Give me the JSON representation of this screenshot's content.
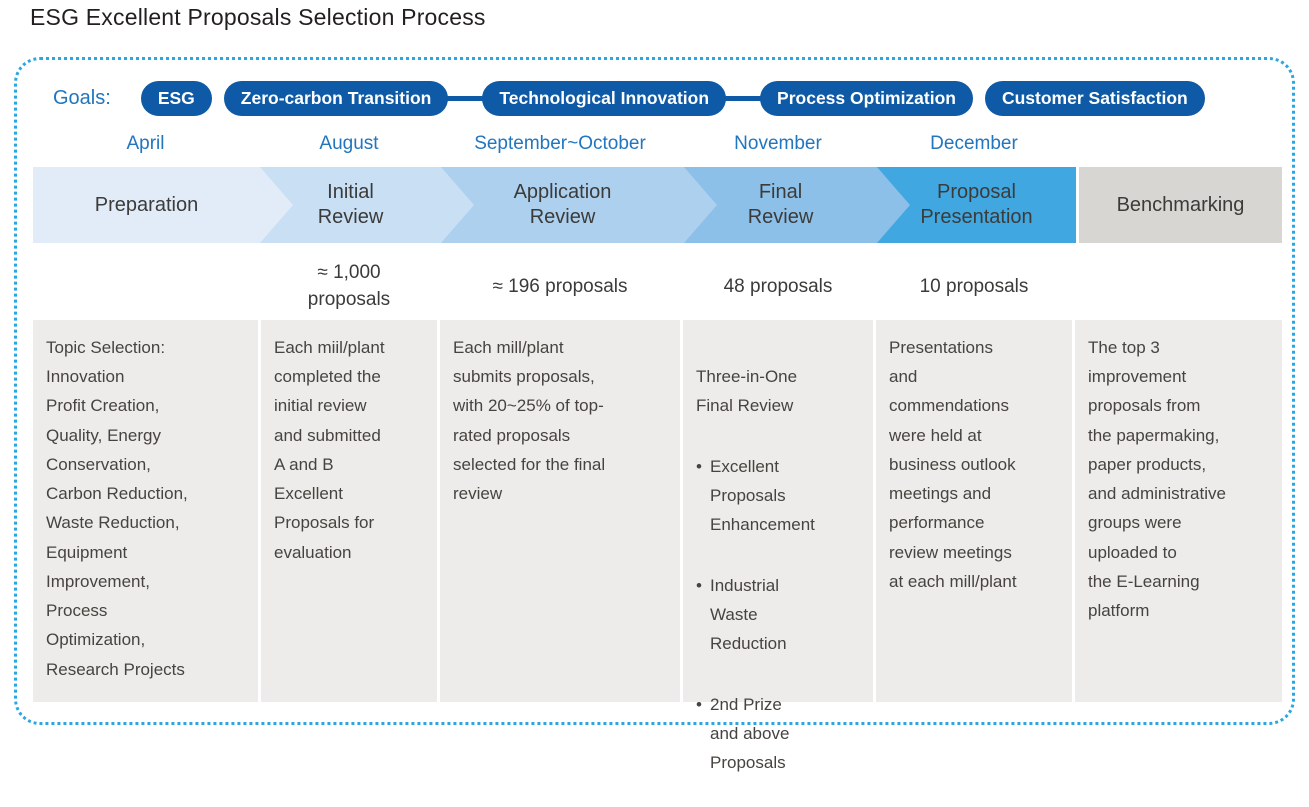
{
  "title": "ESG Excellent Proposals Selection Process",
  "goals": {
    "label": "Goals:",
    "pills": [
      "ESG",
      "Zero-carbon Transition",
      "Technological Innovation",
      "Process Optimization",
      "Customer Satisfaction"
    ]
  },
  "timeline": {
    "months": [
      "April",
      "August",
      "September~October",
      "November",
      "December"
    ],
    "steps": [
      "Preparation",
      "Initial\nReview",
      "Application\nReview",
      "Final\nReview",
      "Proposal\nPresentation",
      "Benchmarking"
    ],
    "counts": [
      "",
      "≈ 1,000\nproposals",
      "≈ 196 proposals",
      "48 proposals",
      "10 proposals",
      ""
    ]
  },
  "columns": [
    {
      "text": "Topic Selection:\nInnovation\nProfit Creation,\nQuality, Energy\nConservation,\nCarbon Reduction,\nWaste Reduction,\nEquipment\nImprovement,\nProcess\nOptimization,\nResearch Projects"
    },
    {
      "text": "Each miil/plant\ncompleted the\ninitial review\nand submitted\nA and B\nExcellent\nProposals for\nevaluation"
    },
    {
      "text": "Each mill/plant\nsubmits proposals,\nwith 20~25% of top-\nrated proposals\nselected for the final\nreview"
    },
    {
      "intro": "Three-in-One\nFinal Review",
      "bullets": [
        "Excellent\nProposals\nEnhancement",
        "Industrial\nWaste\nReduction",
        "2nd Prize\nand above\nProposals"
      ]
    },
    {
      "text": "Presentations\nand\ncommendations\nwere held at\nbusiness outlook\nmeetings and\nperformance\nreview meetings\nat each mill/plant"
    },
    {
      "text": "The top 3\nimprovement\nproposals from\nthe papermaking,\npaper products,\nand administrative\ngroups were\nuploaded to\nthe E-Learning\nplatform"
    }
  ],
  "colors": {
    "title": "#231F20",
    "accent": "#2176BE",
    "pill_bg": "#0E5AA7",
    "dot": "#2AA7E0",
    "step1": "#E2ECF8",
    "step2": "#C9DFF4",
    "step3": "#ACD0EE",
    "step4": "#8CC0E9",
    "step5": "#41A7E1",
    "step6": "#D7D6D3",
    "step_text": "#3B3B3A",
    "box_bg": "#EDECEA",
    "box_text": "#474340"
  }
}
